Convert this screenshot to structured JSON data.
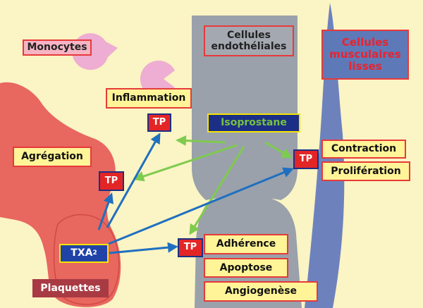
{
  "colors": {
    "background": "#fbf4c4",
    "platelet": "#e8675f",
    "endothelial": "#9aa1ab",
    "smooth_muscle": "#6d82bd",
    "monocyte": "#eeadd2",
    "blue_arrow": "#1f6fc0",
    "green_arrow": "#7ecb4f",
    "tp_receptor": "#e42526"
  },
  "labels": {
    "monocytes": "Monocytes",
    "cellules_endotheliales": "Cellules endothéliales",
    "cellules_musculaires_lisses": "Cellules musculaires lisses",
    "inflammation": "Inflammation",
    "isoprostane": "Isoprostane",
    "agregation": "Agrégation",
    "contraction": "Contraction",
    "proliferation": "Prolifération",
    "adherence": "Adhérence",
    "apoptose": "Apoptose",
    "angiogenese": "Angiogenèse",
    "plaquettes": "Plaquettes",
    "txa": "TXA",
    "txa_sub": "2",
    "tp": "TP"
  }
}
